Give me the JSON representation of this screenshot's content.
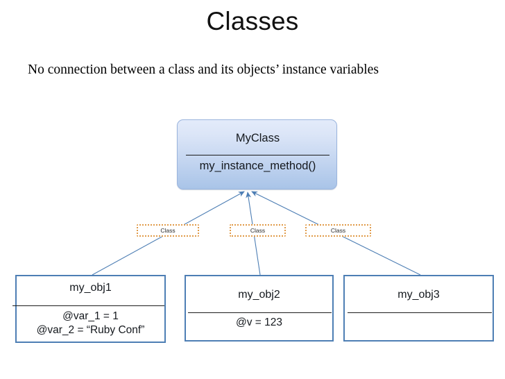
{
  "slide": {
    "title": "Classes",
    "subtitle": "No connection between a class and its objects’ instance variables"
  },
  "class_box": {
    "name": "MyClass",
    "method": "my_instance_method()"
  },
  "class_tags": [
    {
      "label": "Class"
    },
    {
      "label": "Class"
    },
    {
      "label": "Class"
    }
  ],
  "objects": [
    {
      "name": "my_obj1",
      "attributes": [
        "@var_1 = 1",
        "@var_2 = “Ruby Conf”"
      ]
    },
    {
      "name": "my_obj2",
      "attributes": [
        "@v = 123"
      ]
    },
    {
      "name": "my_obj3",
      "attributes": []
    }
  ],
  "colors": {
    "class_box_fill_top": "#e3ebfa",
    "class_box_fill_bottom": "#a9c4e8",
    "class_box_border": "#9ab4dd",
    "object_box_border": "#4d7eb4",
    "class_tag_border": "#e09a48",
    "connector": "#4d7eb4",
    "text": "#14181d",
    "background": "#ffffff"
  }
}
